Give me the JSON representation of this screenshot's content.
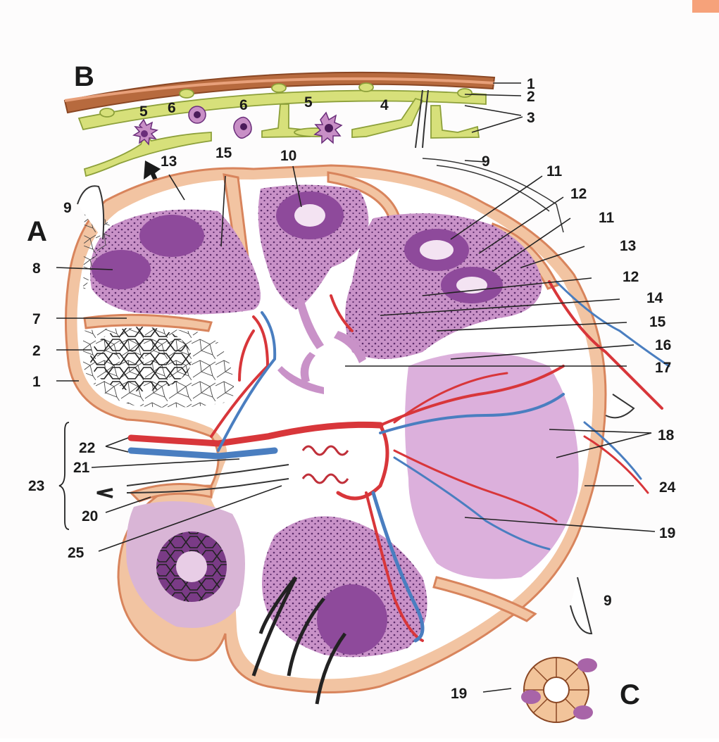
{
  "panels": {
    "a": "A",
    "b": "B",
    "c": "C"
  },
  "labels": {
    "l1a": "1",
    "l2a": "2",
    "l3": "3",
    "l4": "4",
    "l5a": "5",
    "l5b": "5",
    "l6a": "6",
    "l6b": "6",
    "l9a": "9",
    "l9b": "9",
    "l9c": "9",
    "l10": "10",
    "l11a": "11",
    "l11b": "11",
    "l12a": "12",
    "l12b": "12",
    "l13a": "13",
    "l13b": "13",
    "l14": "14",
    "l15a": "15",
    "l15b": "15",
    "l16": "16",
    "l17": "17",
    "l18": "18",
    "l8": "8",
    "l7": "7",
    "l2b": "2",
    "l1b": "1",
    "l22": "22",
    "l21": "21",
    "l23": "23",
    "l20": "20",
    "l24": "24",
    "l19a": "19",
    "l25": "25",
    "l19b": "19"
  },
  "colors": {
    "capsule": "#f2c4a2",
    "cortex": "#c992c8",
    "follicle": "#8e4a9b",
    "artery": "#d8363a",
    "vein": "#4a7ec0",
    "endothelium": "#d7e07a"
  }
}
